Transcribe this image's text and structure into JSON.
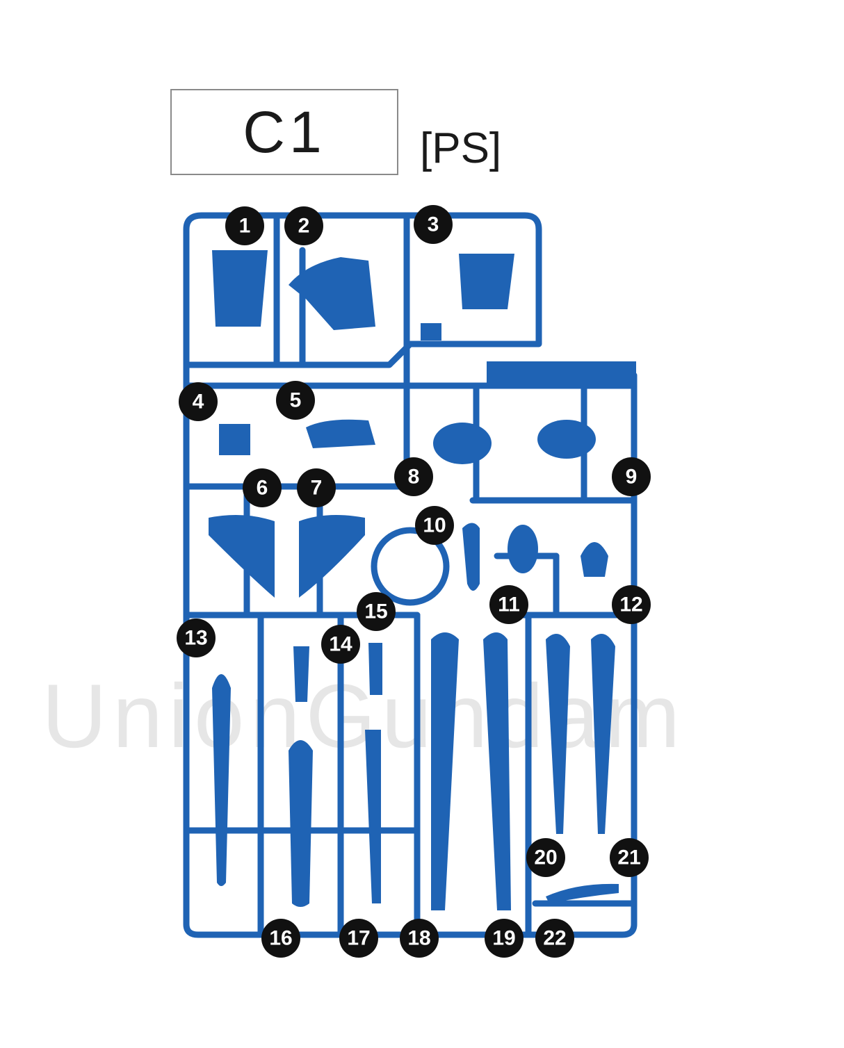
{
  "header": {
    "part_code": "C1",
    "material": "[PS]"
  },
  "watermark": {
    "text": "UnionGundam"
  },
  "colors": {
    "runner_blue": "#1f63b4",
    "number_badge": "#111111"
  },
  "part_numbers": [
    "1",
    "2",
    "3",
    "4",
    "5",
    "6",
    "7",
    "8",
    "9",
    "10",
    "11",
    "12",
    "13",
    "14",
    "15",
    "16",
    "17",
    "18",
    "19",
    "20",
    "21",
    "22"
  ]
}
